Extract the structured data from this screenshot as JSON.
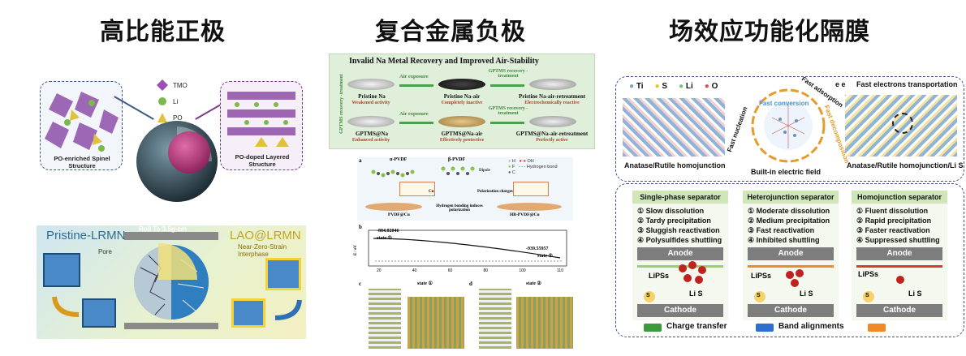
{
  "headings": {
    "cathode": "高比能正极",
    "anode": "复合金属负极",
    "separator": "场效应功能化隔膜"
  },
  "cathode_panel": {
    "legend": [
      "TMO",
      "Li",
      "PO"
    ],
    "left_box_label": "PO-enriched Spinel Structure",
    "right_box_label": "PO-doped Layered Structure",
    "bottom": {
      "left_title": "Pristine-LRMN",
      "right_title": "LAO@LRMN",
      "roll_label": "Roll To 3.5g·cm",
      "pore_label": "Pore",
      "right_note": "Near-Zero-Strain Interphase"
    }
  },
  "anode_panel": {
    "top": {
      "title": "Invalid Na Metal Recovery and Improved Air-Stability",
      "side_label": "GPTMS recovery -treatment",
      "arrow_air_top": "Air exposure",
      "arrow_gptms_top": "GPTMS recovery -treatment",
      "arrow_air_bottom": "Air exposure",
      "arrow_gptms_bottom": "GPTMS recovery -treatment",
      "row1": [
        {
          "name": "Pristine Na",
          "note": "Weakened activity"
        },
        {
          "name": "Pristine Na-air",
          "note": "Completely inactive"
        },
        {
          "name": "Pristine Na-air-retreatment",
          "note": "Electrochemically reactive"
        }
      ],
      "row2": [
        {
          "name": "GPTMS@Na",
          "note": "Enhanced activity"
        },
        {
          "name": "GPTMS@Na-air",
          "note": "Effectively protective"
        },
        {
          "name": "GPTMS@Na-air-retreatment",
          "note": "Perfectly active"
        }
      ]
    },
    "bottom": {
      "panel_a": "a",
      "a_left": "α-PVDF",
      "a_right": "β-PVDF",
      "a_cu": "Cu",
      "a_pvdf_cu": "PVDF@Cu",
      "a_hb": "HB-PVDF@Cu",
      "a_hbond": "Hydrogen bonding induces polarization",
      "a_polar": "Polarization charges",
      "a_legend": [
        "H",
        "F",
        "C",
        "OH",
        "Hydrogen bond",
        "Dipole"
      ],
      "panel_b": "b",
      "b_state1": "state ①",
      "b_state2": "state ②",
      "b_val1": "-804.02046",
      "b_val2": "-939.55957",
      "b_ylabel": "E / eV",
      "b_ticks": [
        "20",
        "40",
        "60",
        "80",
        "100",
        "110"
      ],
      "panel_c": "c",
      "panel_d": "d",
      "c_state": "state ①",
      "d_state": "state ②"
    }
  },
  "separator_panel": {
    "top": {
      "atoms": [
        "Ti",
        "S",
        "Li",
        "O"
      ],
      "left_label": "Anatase/Rutile homojunction",
      "center_label": "Built-in electric field",
      "right_label": "Anatase/Rutile homojunction/Li S",
      "arc_labels": [
        "Fast conversion",
        "Fast adsorption",
        "Fast nucleation",
        "Fast decomposition"
      ],
      "electrons_label": "Fast electrons transportation",
      "electron_marks": "e e"
    },
    "columns": [
      {
        "title": "Single-phase separator",
        "lines": [
          "① Slow dissolution",
          "② Tardy precipitation",
          "③ Sluggish reactivation",
          "④ Polysulfides shuttling"
        ]
      },
      {
        "title": "Heterojunction separator",
        "lines": [
          "① Moderate dissolution",
          "② Medium precipitation",
          "③ Fast reactivation",
          "④ Inhibited shuttling"
        ]
      },
      {
        "title": "Homojunction separator",
        "lines": [
          "① Fluent dissolution",
          "② Rapid precipitation",
          "③ Faster reactivation",
          "④ Suppressed shuttling"
        ]
      }
    ],
    "electrode_labels": {
      "anode": "Anode",
      "cathode": "Cathode",
      "lips": "LiPSs",
      "li2s": "Li S",
      "s8": "S"
    },
    "legend": {
      "charge": "Charge transfer",
      "band": "Band alignments"
    },
    "colors": {
      "charge": "#3c9a3c",
      "band": "#2f6fd0",
      "extra": "#f08a24"
    }
  }
}
